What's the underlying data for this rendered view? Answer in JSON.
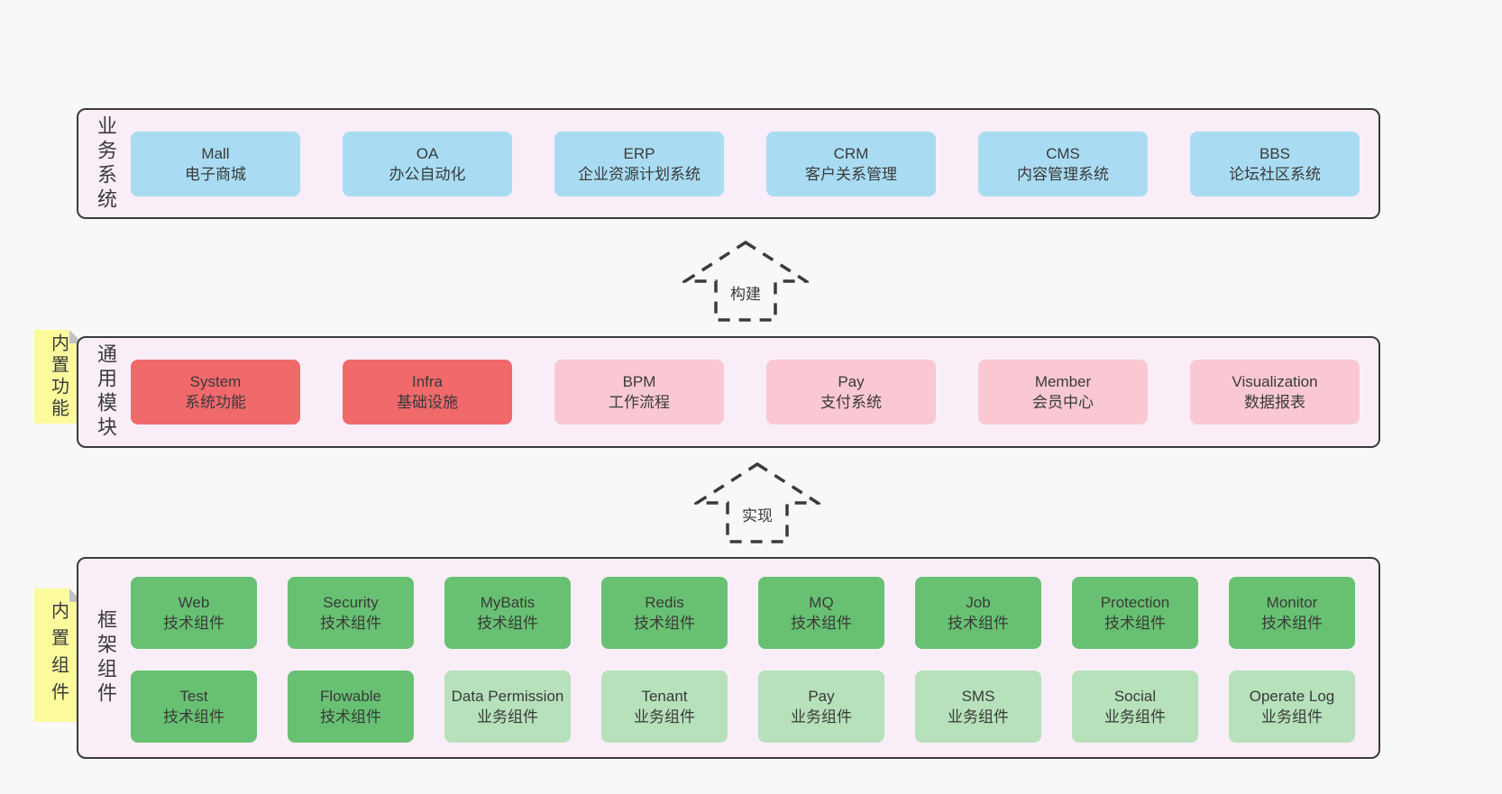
{
  "colors": {
    "bg": "#f8f8f8",
    "panel": "#f9eef7",
    "border": "#3b3b3b",
    "text": "#3a3a3a",
    "blue": "#a9dcf2",
    "red": "#f0696b",
    "pink": "#f9c8d3",
    "green": "#68c172",
    "greenlight": "#b6e1ba",
    "yellow": "#fbfb9e",
    "fold": "#c2c2c2"
  },
  "sections": {
    "business": {
      "label": "业务系统",
      "boxes": [
        {
          "title": "Mall",
          "subtitle": "电子商城",
          "type": "blue"
        },
        {
          "title": "OA",
          "subtitle": "办公自动化",
          "type": "blue"
        },
        {
          "title": "ERP",
          "subtitle": "企业资源计划系统",
          "type": "blue"
        },
        {
          "title": "CRM",
          "subtitle": "客户关系管理",
          "type": "blue"
        },
        {
          "title": "CMS",
          "subtitle": "内容管理系统",
          "type": "blue"
        },
        {
          "title": "BBS",
          "subtitle": "论坛社区系统",
          "type": "blue"
        }
      ]
    },
    "modules": {
      "label": "通用模块",
      "sticky": "内置功能",
      "boxes": [
        {
          "title": "System",
          "subtitle": "系统功能",
          "type": "red"
        },
        {
          "title": "Infra",
          "subtitle": "基础设施",
          "type": "red"
        },
        {
          "title": "BPM",
          "subtitle": "工作流程",
          "type": "pink"
        },
        {
          "title": "Pay",
          "subtitle": "支付系统",
          "type": "pink"
        },
        {
          "title": "Member",
          "subtitle": "会员中心",
          "type": "pink"
        },
        {
          "title": "Visualization",
          "subtitle": "数据报表",
          "type": "pink"
        }
      ]
    },
    "framework": {
      "label": "框架组件",
      "sticky": "内置组件",
      "row1": [
        {
          "title": "Web",
          "subtitle": "技术组件",
          "type": "green"
        },
        {
          "title": "Security",
          "subtitle": "技术组件",
          "type": "green"
        },
        {
          "title": "MyBatis",
          "subtitle": "技术组件",
          "type": "green"
        },
        {
          "title": "Redis",
          "subtitle": "技术组件",
          "type": "green"
        },
        {
          "title": "MQ",
          "subtitle": "技术组件",
          "type": "green"
        },
        {
          "title": "Job",
          "subtitle": "技术组件",
          "type": "green"
        },
        {
          "title": "Protection",
          "subtitle": "技术组件",
          "type": "green"
        },
        {
          "title": "Monitor",
          "subtitle": "技术组件",
          "type": "green"
        }
      ],
      "row2": [
        {
          "title": "Test",
          "subtitle": "技术组件",
          "type": "green"
        },
        {
          "title": "Flowable",
          "subtitle": "技术组件",
          "type": "green"
        },
        {
          "title": "Data Permission",
          "subtitle": "业务组件",
          "type": "greenlight"
        },
        {
          "title": "Tenant",
          "subtitle": "业务组件",
          "type": "greenlight"
        },
        {
          "title": "Pay",
          "subtitle": "业务组件",
          "type": "greenlight"
        },
        {
          "title": "SMS",
          "subtitle": "业务组件",
          "type": "greenlight"
        },
        {
          "title": "Social",
          "subtitle": "业务组件",
          "type": "greenlight"
        },
        {
          "title": "Operate Log",
          "subtitle": "业务组件",
          "type": "greenlight"
        }
      ]
    }
  },
  "arrows": [
    {
      "label": "构建"
    },
    {
      "label": "实现"
    }
  ]
}
